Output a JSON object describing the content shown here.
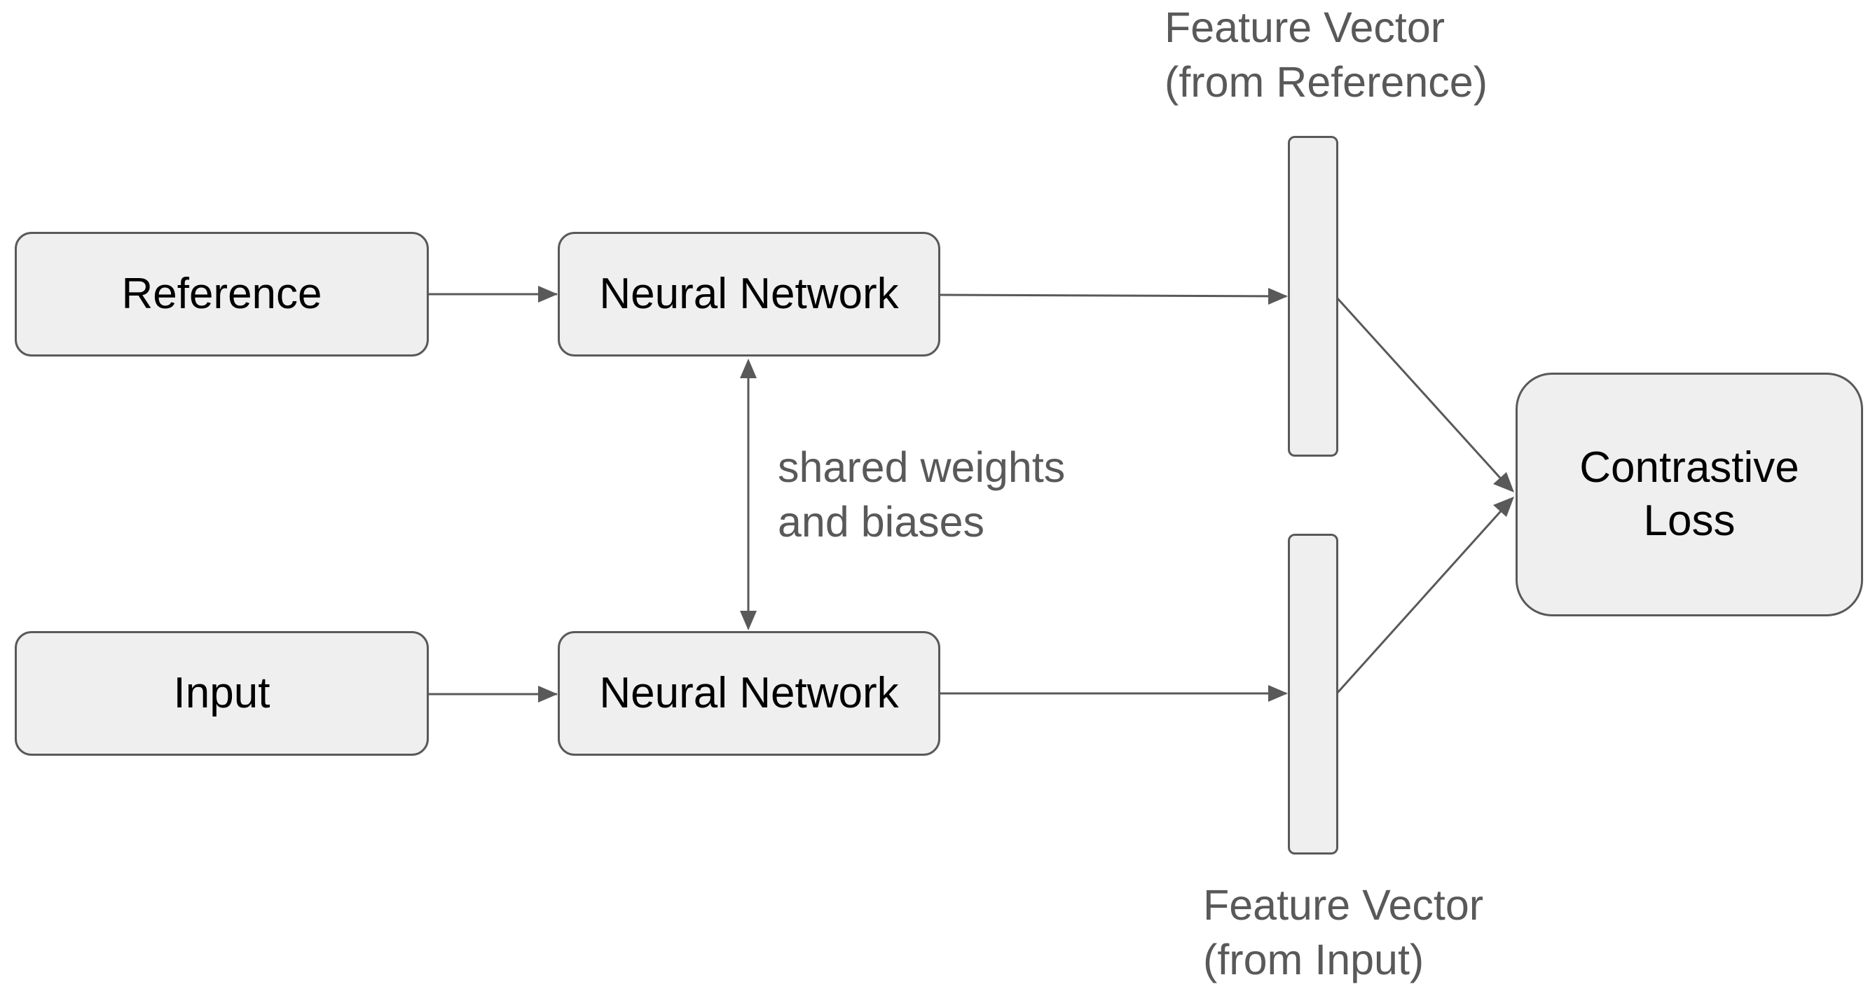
{
  "nodes": {
    "reference": "Reference",
    "input": "Input",
    "nn_top": "Neural Network",
    "nn_bottom": "Neural Network",
    "loss_line1": "Contrastive",
    "loss_line2": "Loss"
  },
  "labels": {
    "feature_ref_line1": "Feature Vector",
    "feature_ref_line2": "(from Reference)",
    "feature_input_line1": "Feature Vector",
    "feature_input_line2": "(from Input)",
    "shared_line1": "shared weights",
    "shared_line2": "and biases"
  },
  "colors": {
    "box_fill": "#efefef",
    "box_stroke": "#595959",
    "label_text": "#595959",
    "node_text": "#000000",
    "arrow": "#595959"
  }
}
